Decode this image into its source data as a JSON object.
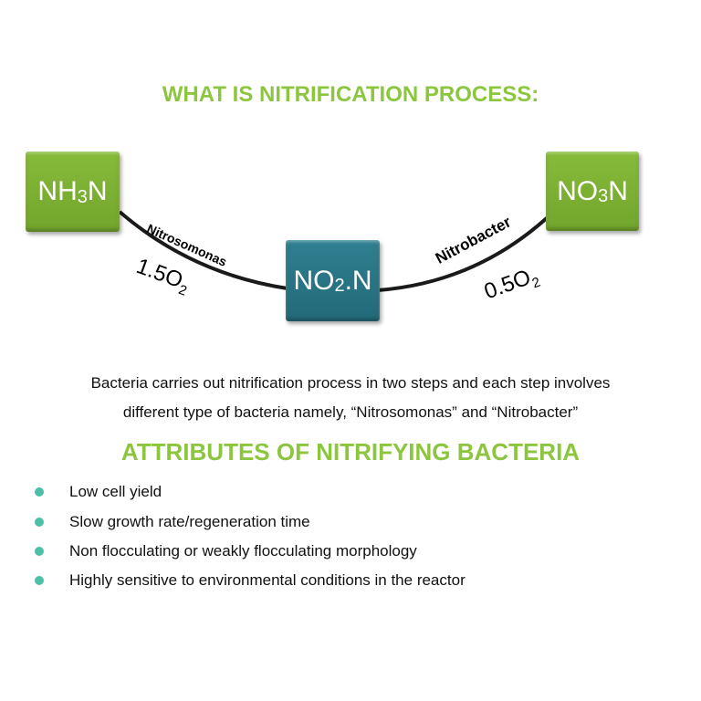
{
  "title": "WHAT IS NITRIFICATION PROCESS:",
  "diagram": {
    "ammonia": {
      "main": "NH",
      "sub": "3",
      "end": "N"
    },
    "nitrite": {
      "main": "NO",
      "sub": "2",
      "end": ".N"
    },
    "nitrate": {
      "main": "NO",
      "sub": "3",
      "end": "N"
    },
    "step1_bacteria": "Nitrosomonas",
    "step1_oxygen": {
      "main": "1.5O",
      "sub": "2"
    },
    "step2_bacteria": "Nitrobacter",
    "step2_oxygen": {
      "main": "0.5O",
      "sub": "2"
    },
    "colors": {
      "green": "#7ab032",
      "teal": "#287485",
      "title": "#8cc63f",
      "bullet": "#4dbfa9"
    }
  },
  "description": [
    "Bacteria carries out nitrification process in two steps and each step involves",
    "different type of bacteria namely, “Nitrosomonas” and “Nitrobacter”"
  ],
  "attributes_title": "ATTRIBUTES OF NITRIFYING BACTERIA",
  "attributes": [
    "Low cell yield",
    "Slow growth rate/regeneration time",
    "Non flocculating or weakly flocculating morphology",
    "Highly sensitive to environmental conditions in the reactor"
  ]
}
